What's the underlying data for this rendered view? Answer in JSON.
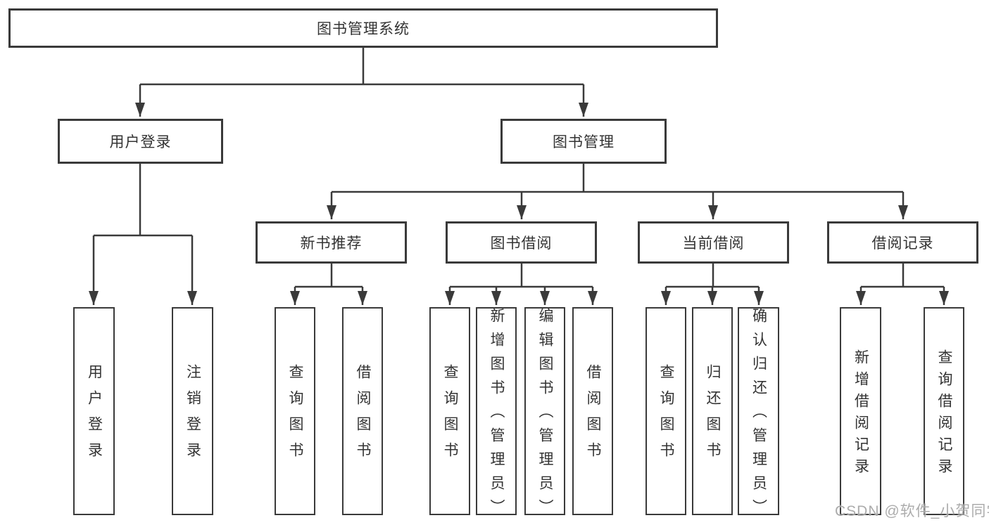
{
  "diagram": {
    "title": "图书管理系统",
    "root": {
      "label": "图书管理系统"
    },
    "level2": [
      {
        "label": "用户登录"
      },
      {
        "label": "图书管理"
      }
    ],
    "level3": [
      {
        "label": "新书推荐",
        "parent": "图书管理"
      },
      {
        "label": "图书借阅",
        "parent": "图书管理"
      },
      {
        "label": "当前借阅",
        "parent": "图书管理"
      },
      {
        "label": "借阅记录",
        "parent": "图书管理"
      }
    ],
    "leaves": [
      {
        "label": "用户登录",
        "parent": "用户登录"
      },
      {
        "label": "注销登录",
        "parent": "用户登录"
      },
      {
        "label": "查询图书",
        "parent": "新书推荐"
      },
      {
        "label": "借阅图书",
        "parent": "新书推荐"
      },
      {
        "label": "查询图书",
        "parent": "图书借阅"
      },
      {
        "label": "新增图书（管理员）",
        "parent": "图书借阅"
      },
      {
        "label": "编辑图书（管理员）",
        "parent": "图书借阅"
      },
      {
        "label": "借阅图书",
        "parent": "图书借阅"
      },
      {
        "label": "查询图书",
        "parent": "当前借阅"
      },
      {
        "label": "归还图书",
        "parent": "当前借阅"
      },
      {
        "label": "确认归还（管理员）",
        "parent": "当前借阅"
      },
      {
        "label": "新增借阅记录",
        "parent": "借阅记录"
      },
      {
        "label": "查询借阅记录",
        "parent": "借阅记录"
      }
    ]
  },
  "watermark": {
    "text": "CSDN @软件_小贺同学"
  },
  "colors": {
    "line": "#3a3a3a",
    "text": "#333333",
    "background": "#ffffff",
    "watermark": "#9e9e9e"
  }
}
